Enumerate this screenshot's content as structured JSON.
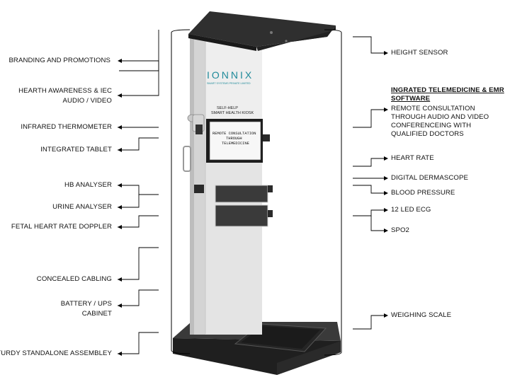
{
  "left_labels": [
    "BRANDING AND PROMOTIONS",
    "HEARTH AWARENESS & IEC",
    "AUDIO / VIDEO",
    "INFRARED THERMOMETER",
    "INTEGRATED TABLET",
    "HB ANALYSER",
    "URINE ANALYSER",
    "FETAL HEART RATE DOPPLER",
    "CONCEALED CABLING",
    "BATTERY / UPS",
    "CABINET",
    "STURDY STANDALONE ASSEMBLEY"
  ],
  "right_labels": {
    "height_sensor": "HEIGHT SENSOR",
    "telemedicine_title_1": "INGRATED TELEMEDICINE & EMR",
    "telemedicine_title_2": "SOFTWARE",
    "telemedicine_desc_1": "REMOTE CONSULTATION",
    "telemedicine_desc_2": "THROUGH AUDIO AND VIDEO",
    "telemedicine_desc_3": "CONFERENCEING WITH",
    "telemedicine_desc_4": "QUALIFIED DOCTORS",
    "heart_rate": "HEART RATE",
    "digital_dermascope": "DIGITAL DERMASCOPE",
    "blood_pressure": "BLOOD PRESSURE",
    "ecg": "12 LED ECG",
    "spo2": "SPO2",
    "weighing_scale": "WEIGHING SCALE"
  },
  "kiosk": {
    "brand": "IONNIX",
    "brand_sub": "SMART SYSTEMS PRIVATE LIMITED",
    "panel_line1": "SELF-HELP",
    "panel_line2": "SMART HEALTH KIOSK",
    "screen_line1": "REMOTE CONSULTATION",
    "screen_line2": "THROUGH",
    "screen_line3": "TELEMEDICINE"
  },
  "colors": {
    "brand_teal": "#1f8a9a",
    "kiosk_dark": "#2b2b2b",
    "kiosk_light": "#e6e6e6",
    "line": "#000000"
  }
}
